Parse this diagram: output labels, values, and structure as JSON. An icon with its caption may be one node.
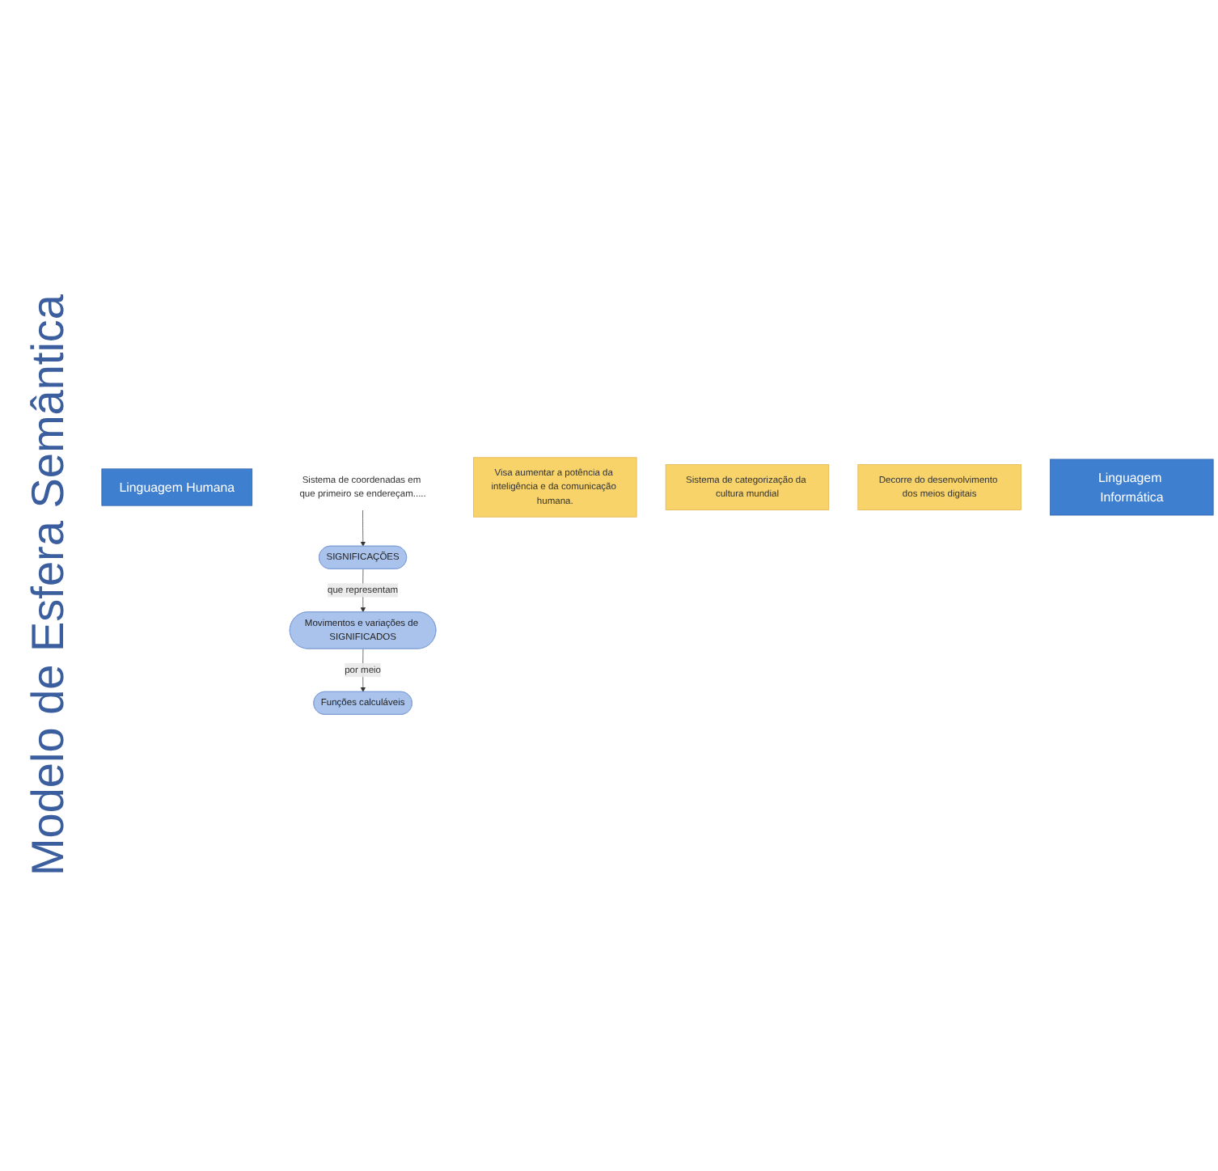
{
  "diagram": {
    "nodes": [
      {
        "text": [
          "Linguagem Humana"
        ]
      },
      {
        "text": [
          "Sistema de coordenadas em que primeiro se endereçam....."
        ]
      },
      {
        "text": [
          "Visa aumentar a potência da inteligência e da comunicação humana."
        ]
      },
      {
        "text": [
          "SIGNIFICAÇÕES"
        ]
      },
      {
        "text": [
          "Sistema de categorização da cultura mundial"
        ]
      },
      {
        "text": [
          "Movimentos e variações de SIGNIFICADOS"
        ]
      },
      {
        "text": [
          "Decorre do desenvolvimento dos meios digitais"
        ]
      },
      {
        "text": [
          "Funções calculáveis"
        ]
      },
      {
        "text": [
          "Linguagem Informática"
        ]
      }
    ],
    "edges": [
      {
        "from": 1,
        "to": 3,
        "arrow": "to"
      },
      {
        "from": 3,
        "to": 5,
        "arrow": "to",
        "label": "que representam"
      },
      {
        "from": 5,
        "to": 7,
        "arrow": "to",
        "label": "por meio"
      }
    ],
    "labels": [
      "Modelo de Esfera Semântica"
    ]
  }
}
